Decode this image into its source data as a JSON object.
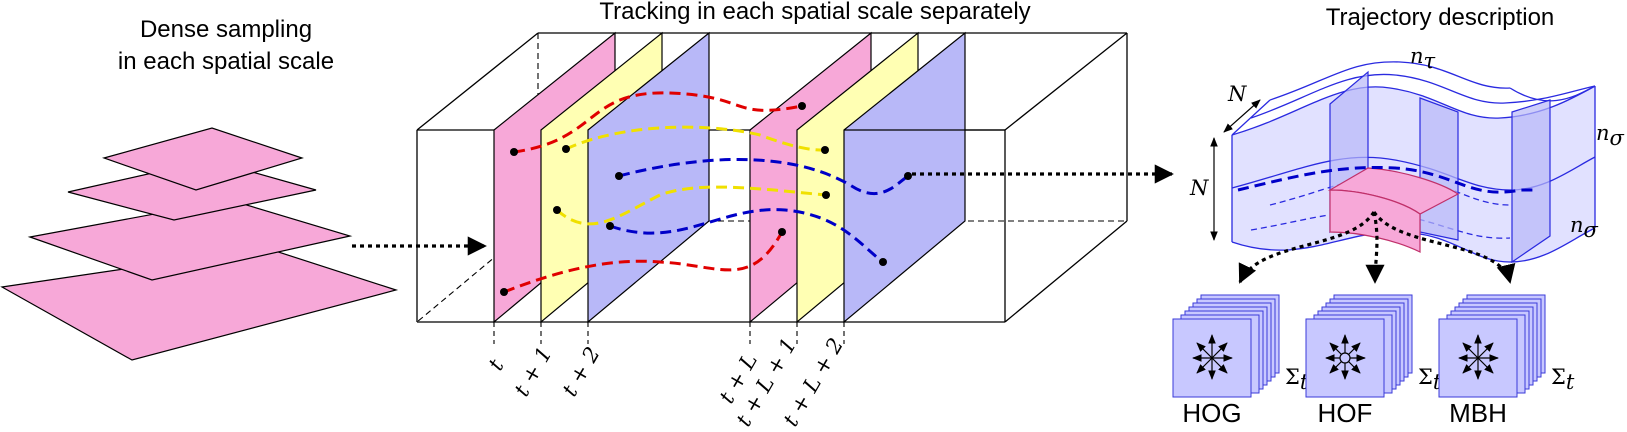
{
  "titles": {
    "dense_line1": "Dense sampling",
    "dense_line2": "in each spatial scale",
    "tracking": "Tracking in each spatial scale separately",
    "trajectory": "Trajectory description"
  },
  "time_labels": [
    "t",
    "t + 1",
    "t + 2",
    "t + L",
    "t + L + 1",
    "t + L + 2"
  ],
  "cell_labels": {
    "n_tau": "n",
    "n_tau_sub": "τ",
    "n_sigma": "n",
    "n_sigma_sub": "σ",
    "N": "N"
  },
  "descriptors": [
    {
      "name": "HOG",
      "sum": "Σ",
      "sum_sub": "t"
    },
    {
      "name": "HOF",
      "sum": "Σ",
      "sum_sub": "t"
    },
    {
      "name": "MBH",
      "sum": "Σ",
      "sum_sub": "t"
    }
  ],
  "colors": {
    "plane_pink": "#f7a8d8",
    "plane_yellow": "#ffffb3",
    "plane_blue": "#b8b8f8",
    "traj_red": "#e00000",
    "traj_yellow": "#f0e000",
    "traj_blue": "#0000c8",
    "desc_blue": "#c8c8ff",
    "desc_border": "#3a3ad8"
  }
}
